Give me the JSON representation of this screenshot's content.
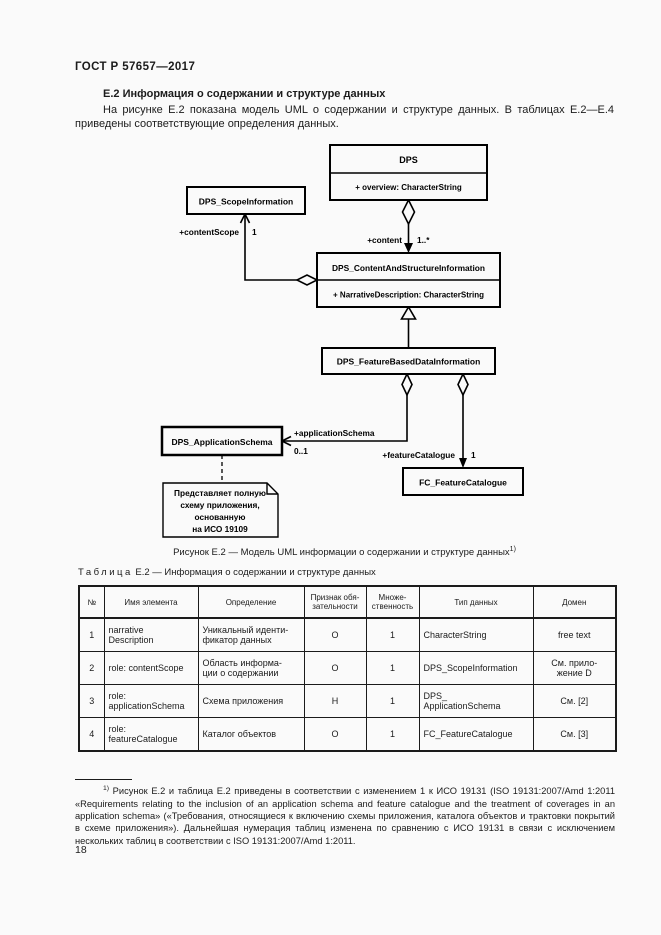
{
  "doc": {
    "header": "ГОСТ Р 57657—2017",
    "page_number": "18"
  },
  "section": {
    "heading": "Е.2 Информация о содержании и структуре данных",
    "paragraph": "На рисунке Е.2 показана модель UML о содержании и структуре данных. В таблицах Е.2—Е.4 приведены соответствующие определения данных."
  },
  "diagram": {
    "dps": {
      "name": "DPS",
      "attr": "+ overview: CharacterString"
    },
    "scope": {
      "name": "DPS_ScopeInformation"
    },
    "content": {
      "name": "DPS_ContentAndStructureInformation",
      "attr": "+ NarrativeDescription: CharacterString"
    },
    "feature_based": {
      "name": "DPS_FeatureBasedDataInformation"
    },
    "app_schema": {
      "name": "DPS_ApplicationSchema"
    },
    "feature_catalogue": {
      "name": "FC_FeatureCatalogue"
    },
    "labels": {
      "content_role": "+content",
      "content_mult": "1..*",
      "scope_role": "+contentScope",
      "scope_mult": "1",
      "app_role": "+applicationSchema",
      "app_mult": "0..1",
      "fc_role": "+featureCatalogue",
      "fc_mult": "1"
    },
    "note": {
      "lines": [
        "Представляет полную",
        "схему приложения,",
        "основанную",
        "на ИСО 19109"
      ]
    }
  },
  "figure": {
    "caption": "Рисунок Е.2 — Модель UML информации о содержании и структуре данных",
    "caption_sup": "1)"
  },
  "table": {
    "title_word": "Таблица",
    "title_rest": "Е.2 — Информация о содержании и структуре данных",
    "headers": [
      "№",
      "Имя элемента",
      "Определение",
      "Признак обя-\nзательности",
      "Множе-\nственность",
      "Тип данных",
      "Домен"
    ],
    "rows": [
      [
        "1",
        "narrative\nDescription",
        "Уникальный иденти-\nфикатор данных",
        "О",
        "1",
        "CharacterString",
        "free text"
      ],
      [
        "2",
        "role: contentScope",
        "Область информа-\nции о содержании",
        "О",
        "1",
        "DPS_ScopeInformation",
        "См. прило-\nжение D"
      ],
      [
        "3",
        "role:\napplicationSchema",
        "Схема приложения",
        "Н",
        "1",
        "DPS_\nApplicationSchema",
        "См. [2]"
      ],
      [
        "4",
        "role:\nfeatureCatalogue",
        "Каталог объектов",
        "О",
        "1",
        "FC_FeatureCatalogue",
        "См. [3]"
      ]
    ]
  },
  "footnote": {
    "marker": "1)",
    "text": " Рисунок Е.2 и таблица Е.2 приведены в соответствии с изменением 1 к ИСО 19131 (ISO 19131:2007/Amd 1:2011 «Requirements relating to the inclusion of an application schema and feature catalogue and the treatment of coverages in an application schema» («Требования, относящиеся к включению схемы приложения, каталога объектов и трактовки покрытий в схеме приложения»). Дальнейшая нумерация таблиц изменена по сравнению с ИСО 19131 в связи с исключением нескольких таблиц в соответствии с ISO 19131:2007/Amd 1:2011."
  }
}
